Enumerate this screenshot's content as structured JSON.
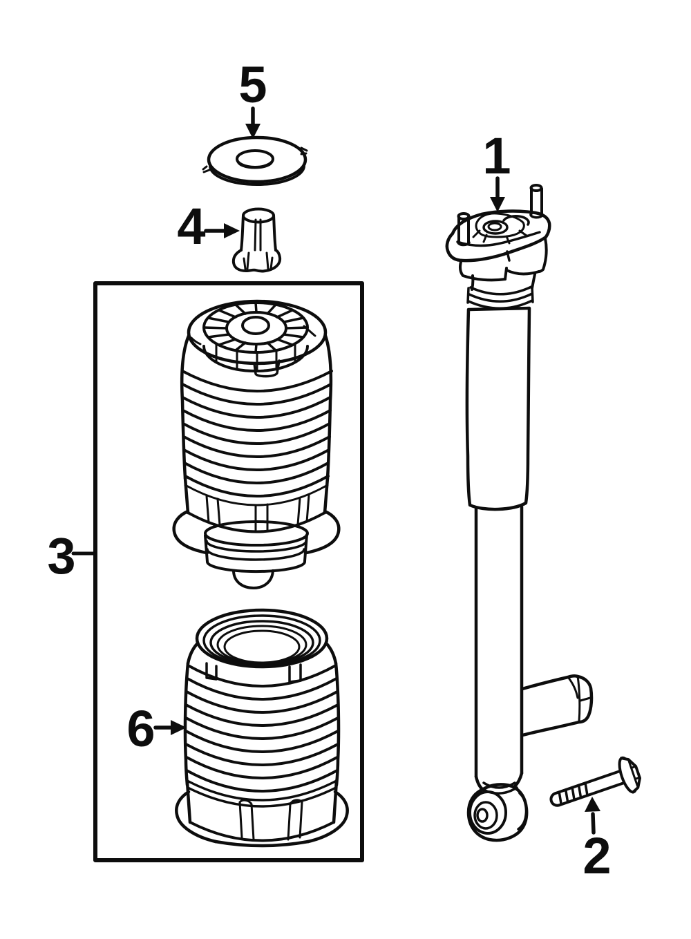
{
  "page": {
    "background": "#ffffff"
  },
  "diagram": {
    "type": "exploded-parts-line-drawing",
    "line_color": "#0d0d0d",
    "label_color": "#0d0d0d",
    "callouts": [
      {
        "label": "1",
        "part": "shock-absorber"
      },
      {
        "label": "2",
        "part": "mounting-bolt"
      },
      {
        "label": "3",
        "part": "air-spring-kit-box"
      },
      {
        "label": "4",
        "part": "bump-stop"
      },
      {
        "label": "5",
        "part": "mount-washer"
      },
      {
        "label": "6",
        "part": "dust-boot"
      }
    ]
  }
}
